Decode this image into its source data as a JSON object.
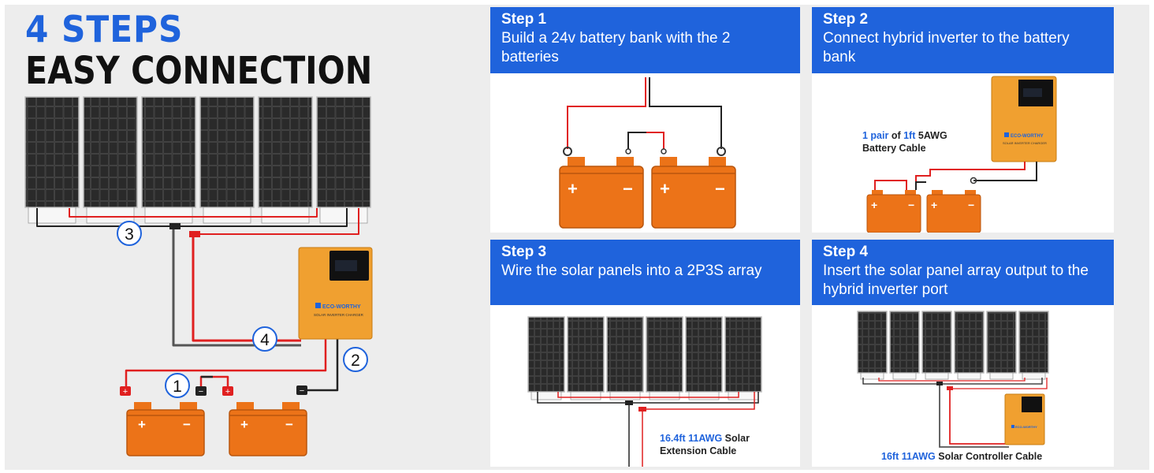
{
  "header": {
    "title_line1": "4 STEPS",
    "title_line2": "EASY CONNECTION"
  },
  "main_diagram": {
    "callouts": [
      "1",
      "2",
      "3",
      "4"
    ],
    "inverter_brand": "ECO-WORTHY",
    "inverter_subtitle": "SOLAR INVERTER CHARGER"
  },
  "steps": [
    {
      "label": "Step 1",
      "description": "Build a 24v battery bank with the 2 batteries"
    },
    {
      "label": "Step 2",
      "description": "Connect hybrid inverter to the battery bank"
    },
    {
      "label": "Step 3",
      "description": "Wire the solar panels into a 2P3S array"
    },
    {
      "label": "Step 4",
      "description": "Insert the solar panel array output to the hybrid inverter port"
    }
  ],
  "step2_cable": {
    "qty": "1 pair",
    "of": " of ",
    "len": "1ft",
    "spec": " 5AWG",
    "name": "Battery Cable"
  },
  "step3_cable": {
    "spec": "16.4ft 11AWG",
    "name1": " Solar",
    "name2": "Extension Cable"
  },
  "step4_cable": {
    "spec": "16ft 11AWG",
    "name": " Solar Controller Cable"
  },
  "battery_symbols": {
    "plus": "+",
    "minus": "−"
  },
  "colors": {
    "accent_blue": "#1f63dc",
    "battery_orange": "#ec7318",
    "inverter_orange": "#f0a030",
    "wire_red": "#e02020",
    "wire_black": "#222222",
    "panel_dark": "#1b1b1b"
  }
}
